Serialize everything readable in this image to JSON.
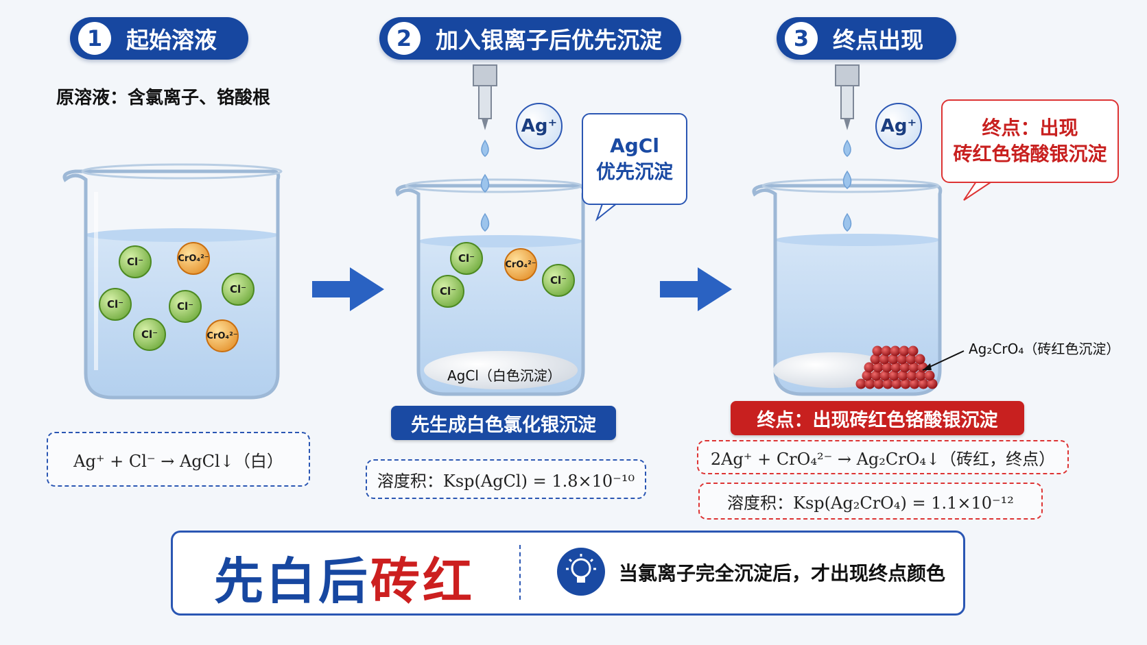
{
  "stages": [
    {
      "num": "1",
      "title": "起始溶液"
    },
    {
      "num": "2",
      "title": "加入银离子后优先沉淀"
    },
    {
      "num": "3",
      "title": "终点出现"
    }
  ],
  "stage1_sub": "原溶液：含氯离子、铬酸根",
  "ions": {
    "cl": "Cl⁻",
    "cro4": "CrO₄²⁻",
    "ag": "Ag⁺"
  },
  "callout_agcl": {
    "line1": "AgCl",
    "line2": "优先沉淀"
  },
  "callout_end": {
    "line1": "终点：出现",
    "line2": "砖红色铬酸银沉淀"
  },
  "agcl_label": "AgCl（白色沉淀）",
  "ag2cro4_label": "Ag₂CrO₄（砖红色沉淀）",
  "eq1": "Ag⁺ + Cl⁻ → AgCl↓（白）",
  "pill_white": "先生成白色氯化银沉淀",
  "ksp_agcl": "溶度积：Ksp(AgCl) = 1.8×10⁻¹⁰",
  "pill_end": "终点：出现砖红色铬酸银沉淀",
  "eq2": "2Ag⁺ + CrO₄²⁻ → Ag₂CrO₄↓（砖红，终点）",
  "ksp_ag2cro4": "溶度积：Ksp(Ag₂CrO₄) = 1.1×10⁻¹²",
  "slogan_white": "先白后",
  "slogan_red": "砖红",
  "note": "当氯离子完全沉淀后，才出现终点颜色",
  "colors": {
    "blue": "#1747a0",
    "red": "#c8201f",
    "cl_green": "#7cc043",
    "cro4_orange": "#f29a1f",
    "precip_red": "#b4171c"
  }
}
